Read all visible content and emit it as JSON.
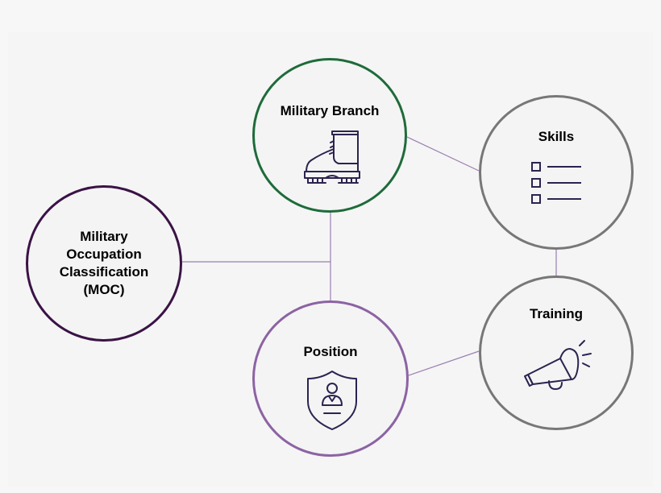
{
  "nodes": {
    "branch": {
      "label": "Military Branch",
      "icon": "boot-icon",
      "border_color": "#1e6b3a"
    },
    "skills": {
      "label": "Skills",
      "icon": "checklist-icon",
      "border_color": "#777777"
    },
    "moc": {
      "label_lines": [
        "Military",
        "Occupation",
        "Classification",
        "(MOC)"
      ],
      "border_color": "#3a1345"
    },
    "position": {
      "label": "Position",
      "icon": "badge-shield-icon",
      "border_color": "#8c63a3"
    },
    "training": {
      "label": "Training",
      "icon": "megaphone-icon",
      "border_color": "#777777"
    }
  },
  "colors": {
    "connector": "#9a7fb0",
    "icon_stroke": "#2c2350"
  }
}
